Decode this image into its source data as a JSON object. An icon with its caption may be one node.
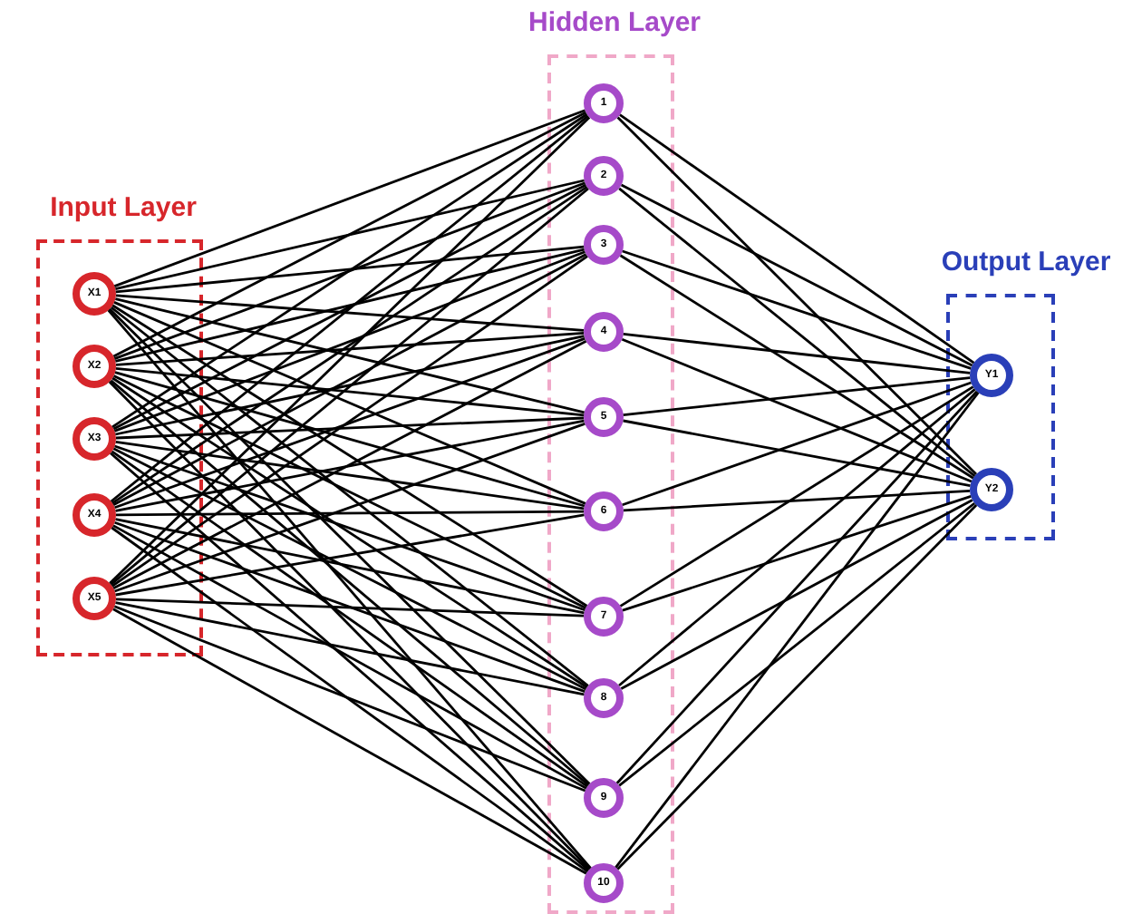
{
  "diagram": {
    "nodes": [
      {
        "text": [
          "Input Layer"
        ]
      },
      {
        "text": [
          "X1"
        ],
        "in": 0
      },
      {
        "text": [
          "X2"
        ],
        "in": 0
      },
      {
        "text": [
          "X3"
        ],
        "in": 0
      },
      {
        "text": [
          "X4"
        ],
        "in": 0
      },
      {
        "text": [
          "X5"
        ],
        "in": 0
      },
      {
        "text": [
          "Hidden Layer"
        ]
      },
      {
        "text": [
          "1"
        ],
        "in": 6
      },
      {
        "text": [
          "2"
        ],
        "in": 6
      },
      {
        "text": [
          "3"
        ],
        "in": 6
      },
      {
        "text": [
          "4"
        ],
        "in": 6
      },
      {
        "text": [
          "5"
        ],
        "in": 6
      },
      {
        "text": [
          "6"
        ],
        "in": 6
      },
      {
        "text": [
          "7"
        ],
        "in": 6
      },
      {
        "text": [
          "8"
        ],
        "in": 6
      },
      {
        "text": [
          "9"
        ],
        "in": 6
      },
      {
        "text": [
          "10"
        ],
        "in": 6
      },
      {
        "text": [
          "Output Layer"
        ]
      },
      {
        "text": [
          "Y1"
        ],
        "in": 17
      },
      {
        "text": [
          "Y2"
        ],
        "in": 17
      }
    ],
    "edges": [
      {
        "from": 1,
        "to": 7,
        "arrow": "none"
      },
      {
        "from": 1,
        "to": 8,
        "arrow": "none"
      },
      {
        "from": 1,
        "to": 9,
        "arrow": "none"
      },
      {
        "from": 1,
        "to": 10,
        "arrow": "none"
      },
      {
        "from": 1,
        "to": 11,
        "arrow": "none"
      },
      {
        "from": 1,
        "to": 12,
        "arrow": "none"
      },
      {
        "from": 1,
        "to": 13,
        "arrow": "none"
      },
      {
        "from": 1,
        "to": 14,
        "arrow": "none"
      },
      {
        "from": 1,
        "to": 15,
        "arrow": "none"
      },
      {
        "from": 1,
        "to": 16,
        "arrow": "none"
      },
      {
        "from": 2,
        "to": 7,
        "arrow": "none"
      },
      {
        "from": 2,
        "to": 8,
        "arrow": "none"
      },
      {
        "from": 2,
        "to": 9,
        "arrow": "none"
      },
      {
        "from": 2,
        "to": 10,
        "arrow": "none"
      },
      {
        "from": 2,
        "to": 11,
        "arrow": "none"
      },
      {
        "from": 2,
        "to": 12,
        "arrow": "none"
      },
      {
        "from": 2,
        "to": 13,
        "arrow": "none"
      },
      {
        "from": 2,
        "to": 14,
        "arrow": "none"
      },
      {
        "from": 2,
        "to": 15,
        "arrow": "none"
      },
      {
        "from": 2,
        "to": 16,
        "arrow": "none"
      },
      {
        "from": 3,
        "to": 7,
        "arrow": "none"
      },
      {
        "from": 3,
        "to": 8,
        "arrow": "none"
      },
      {
        "from": 3,
        "to": 9,
        "arrow": "none"
      },
      {
        "from": 3,
        "to": 10,
        "arrow": "none"
      },
      {
        "from": 3,
        "to": 11,
        "arrow": "none"
      },
      {
        "from": 3,
        "to": 12,
        "arrow": "none"
      },
      {
        "from": 3,
        "to": 13,
        "arrow": "none"
      },
      {
        "from": 3,
        "to": 14,
        "arrow": "none"
      },
      {
        "from": 3,
        "to": 15,
        "arrow": "none"
      },
      {
        "from": 3,
        "to": 16,
        "arrow": "none"
      },
      {
        "from": 4,
        "to": 7,
        "arrow": "none"
      },
      {
        "from": 4,
        "to": 8,
        "arrow": "none"
      },
      {
        "from": 4,
        "to": 9,
        "arrow": "none"
      },
      {
        "from": 4,
        "to": 10,
        "arrow": "none"
      },
      {
        "from": 4,
        "to": 11,
        "arrow": "none"
      },
      {
        "from": 4,
        "to": 12,
        "arrow": "none"
      },
      {
        "from": 4,
        "to": 13,
        "arrow": "none"
      },
      {
        "from": 4,
        "to": 14,
        "arrow": "none"
      },
      {
        "from": 4,
        "to": 15,
        "arrow": "none"
      },
      {
        "from": 4,
        "to": 16,
        "arrow": "none"
      },
      {
        "from": 5,
        "to": 7,
        "arrow": "none"
      },
      {
        "from": 5,
        "to": 8,
        "arrow": "none"
      },
      {
        "from": 5,
        "to": 9,
        "arrow": "none"
      },
      {
        "from": 5,
        "to": 10,
        "arrow": "none"
      },
      {
        "from": 5,
        "to": 11,
        "arrow": "none"
      },
      {
        "from": 5,
        "to": 12,
        "arrow": "none"
      },
      {
        "from": 5,
        "to": 13,
        "arrow": "none"
      },
      {
        "from": 5,
        "to": 14,
        "arrow": "none"
      },
      {
        "from": 5,
        "to": 15,
        "arrow": "none"
      },
      {
        "from": 5,
        "to": 16,
        "arrow": "none"
      },
      {
        "from": 7,
        "to": 18,
        "arrow": "none"
      },
      {
        "from": 7,
        "to": 19,
        "arrow": "none"
      },
      {
        "from": 8,
        "to": 18,
        "arrow": "none"
      },
      {
        "from": 8,
        "to": 19,
        "arrow": "none"
      },
      {
        "from": 9,
        "to": 18,
        "arrow": "none"
      },
      {
        "from": 9,
        "to": 19,
        "arrow": "none"
      },
      {
        "from": 10,
        "to": 18,
        "arrow": "none"
      },
      {
        "from": 10,
        "to": 19,
        "arrow": "none"
      },
      {
        "from": 11,
        "to": 18,
        "arrow": "none"
      },
      {
        "from": 11,
        "to": 19,
        "arrow": "none"
      },
      {
        "from": 12,
        "to": 18,
        "arrow": "none"
      },
      {
        "from": 12,
        "to": 19,
        "arrow": "none"
      },
      {
        "from": 13,
        "to": 18,
        "arrow": "none"
      },
      {
        "from": 13,
        "to": 19,
        "arrow": "none"
      },
      {
        "from": 14,
        "to": 18,
        "arrow": "none"
      },
      {
        "from": 14,
        "to": 19,
        "arrow": "none"
      },
      {
        "from": 15,
        "to": 18,
        "arrow": "none"
      },
      {
        "from": 15,
        "to": 19,
        "arrow": "none"
      },
      {
        "from": 16,
        "to": 18,
        "arrow": "none"
      },
      {
        "from": 16,
        "to": 19,
        "arrow": "none"
      }
    ]
  }
}
